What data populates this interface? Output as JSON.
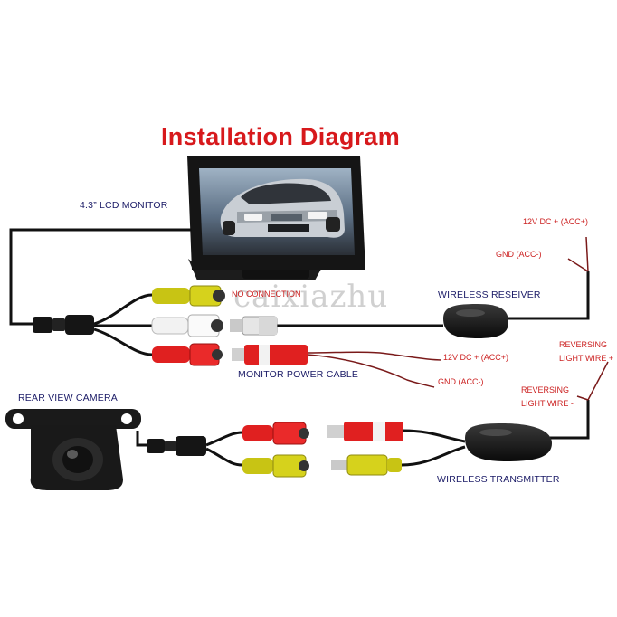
{
  "title": "Installation Diagram",
  "watermark": "caixiazhu",
  "labels": {
    "lcd_monitor": "4.3”  LCD MONITOR",
    "no_connection": "NO CONNECTION",
    "monitor_power_cable": "MONITOR POWER CABLE",
    "rear_view_camera": "REAR VIEW CAMERA",
    "wireless_receiver": "WIRELESS RESEIVER",
    "wireless_transmitter": "WIRELESS TRANSMITTER",
    "receiver_12v": "12V DC + (ACC+)",
    "receiver_gnd": "GND (ACC-)",
    "power_12v": "12V DC + (ACC+)",
    "power_gnd": "GND (ACC-)",
    "reversing_plus_1": "REVERSING",
    "reversing_plus_2": "LIGHT WIRE +",
    "reversing_minus_1": "REVERSING",
    "reversing_minus_2": "LIGHT WIRE -"
  },
  "colors": {
    "title": "#d7191c",
    "label_text": "#1a1a66",
    "power_label_text": "#cc2222",
    "rca_yellow": "#c8c414",
    "rca_white": "#f2f2f2",
    "rca_red": "#e02020",
    "cable": "#111111",
    "power_lead": "#7a1a1a"
  }
}
